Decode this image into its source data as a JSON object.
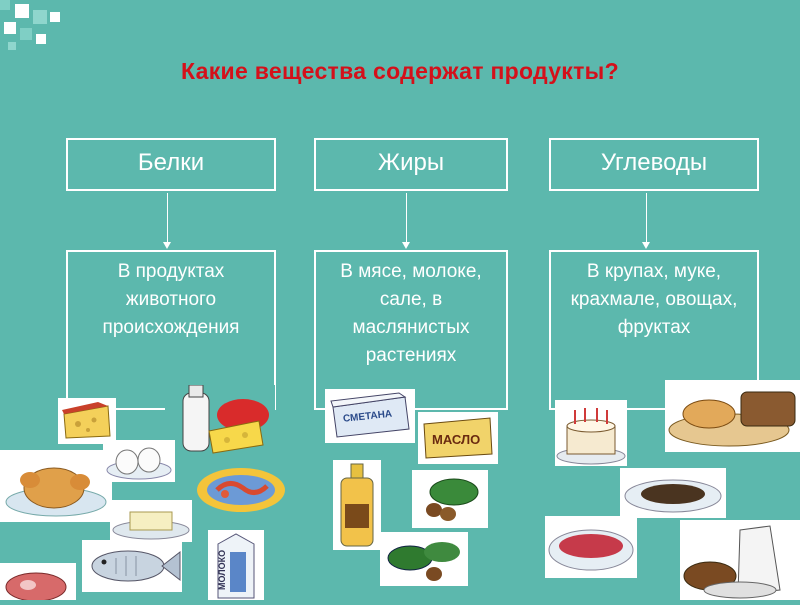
{
  "title": "Какие вещества содержат продукты?",
  "categories": [
    {
      "name": "Белки",
      "description": "В продуктах животного происхождения"
    },
    {
      "name": "Жиры",
      "description": "В мясе, молоке, сале, в маслянистых растениях"
    },
    {
      "name": "Углеводы",
      "description": "В крупах, муке, крахмале, овощах, фруктах"
    }
  ],
  "package_labels": {
    "smetana": "СМЕТАНА",
    "maslo": "МАСЛО",
    "moloko": "МОЛОКО"
  },
  "colors": {
    "background": "#5cb8ad",
    "title": "#d4101a",
    "text": "#ffffff"
  }
}
